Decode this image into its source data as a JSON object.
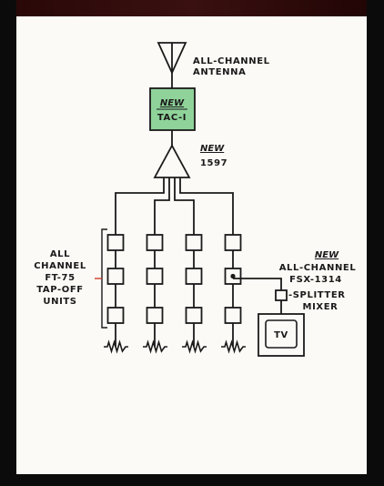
{
  "antenna": {
    "label_line1": "ALL-CHANNEL",
    "label_line2": "ANTENNA"
  },
  "tac": {
    "new_label": "NEW",
    "name": "TAC-I",
    "fill_color": "#8fd39a"
  },
  "amplifier": {
    "new_label": "NEW",
    "model": "1597"
  },
  "tapoff_label": {
    "lines": [
      "ALL",
      "CHANNEL",
      "FT-75",
      "TAP-OFF",
      "UNITS"
    ]
  },
  "splitter": {
    "new_label": "NEW",
    "lines": [
      "ALL-CHANNEL",
      "FSX-1314",
      "-SPLITTER",
      "MIXER"
    ]
  },
  "tv": {
    "label": "TV"
  },
  "colors": {
    "accent_red": "#d23b2b",
    "line": "#1a1a1a",
    "tac_green": "#8fd39a"
  }
}
